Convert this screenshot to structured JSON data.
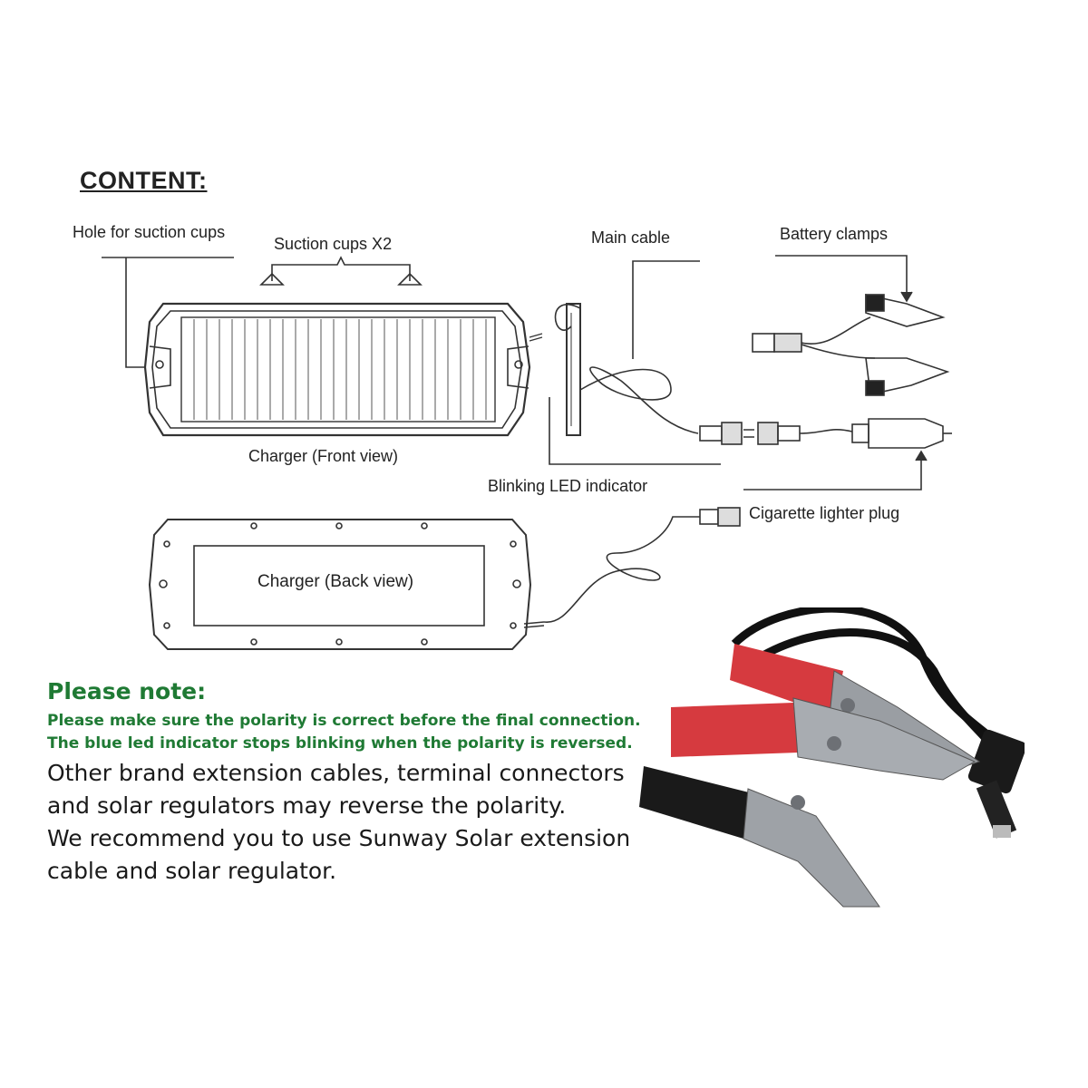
{
  "heading": "CONTENT:",
  "labels": {
    "hole_for_suction_cups": "Hole for suction cups",
    "suction_cups": "Suction cups X2",
    "main_cable": "Main cable",
    "battery_clamps": "Battery clamps",
    "charger_front": "Charger (Front view)",
    "blinking_led": "Blinking LED indicator",
    "cigarette_plug": "Cigarette lighter plug",
    "charger_back": "Charger (Back view)"
  },
  "note": {
    "title": "Please note:",
    "lines": [
      "Please make sure the polarity is correct before the final connection.",
      "The blue led indicator stops blinking when the polarity is reversed."
    ],
    "body": [
      "Other brand extension cables, terminal connectors",
      "and solar regulators may reverse the polarity.",
      "We recommend you to use Sunway Solar extension",
      "cable and solar regulator."
    ]
  },
  "icons": [
    "solar-panel-front",
    "solar-panel-back",
    "suction-cup",
    "led-indicator",
    "sae-connector",
    "battery-clamp",
    "cigarette-lighter-plug",
    "cable-loop"
  ],
  "colors": {
    "note_green": "#1f7a34",
    "clamp_red": "#d63a3f",
    "clamp_black": "#1a1a1a",
    "line": "#333333"
  }
}
